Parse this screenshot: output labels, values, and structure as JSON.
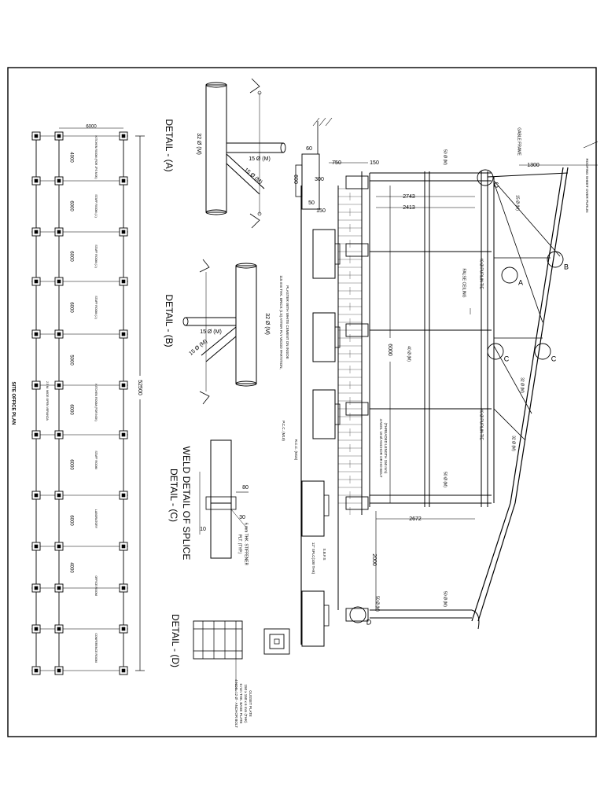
{
  "plan": {
    "title": "SITE OFFICE PLAN",
    "overall_dim": "52500",
    "top_dim": "6000",
    "bay_dims": [
      "4000",
      "6000",
      "6000",
      "6000",
      "5000",
      "6000",
      "6000",
      "6000",
      "4000"
    ],
    "room_labels": [
      "KITCHEN ROOM (FOR JPS NSK)",
      "STAFF ROOM (J.)",
      "STAFF ROOM (J.)",
      "STAFF ROOM (J.)",
      "KITCHEN ROOM (FOR NSK)",
      "STAFF ROOM",
      "LABORATORY",
      "OFFICE ROOM",
      "CONFERENCE ROOM"
    ],
    "corridor_note": "2.5 M. WIDE OPEN VERANDA"
  },
  "details": {
    "a_title": "DETAIL - (A)",
    "b_title": "DETAIL - (B)",
    "c_title": "DETAIL - (C)",
    "d_title": "DETAIL - (D)",
    "a_main": "32 Ø (M)",
    "a_brace1": "15 Ø (M)",
    "a_brace2": "15 Ø (M)",
    "b_main": "32 Ø (M)",
    "b_brace1": "15 Ø (M)",
    "b_brace2": "15 Ø (M)",
    "c_heading": "WELD DETAIL OF SPLICE",
    "c_dim1": "80",
    "c_dim2": "30",
    "c_dim3": "10",
    "c_note1": "6 mm THK. STIFFENER",
    "c_note2": "PLT. (TYP.)",
    "d_notes": [
      "GUSSET PLATE",
      "150 x 150 x 6 mm (THK)",
      "6 mm THK. BASE PLATE",
      "4 NOS. 12 Ø - ANCHOR BOLT"
    ]
  },
  "section": {
    "gable_frame": "GABLE FRAME",
    "dims": {
      "d1300": "1300",
      "d750": "750",
      "d150a": "150",
      "d60": "60",
      "d300": "300",
      "d600": "600",
      "d50": "50",
      "d150b": "150",
      "d2743": "2743",
      "d2413": "2413",
      "d6000": "6000",
      "d2672": "2672",
      "d2000": "2000"
    },
    "member_labels": {
      "m1": "50 Ø (M)",
      "m2": "15 Ø (M)",
      "m3": "40 Ø (M)",
      "m4": "32 Ø (M)",
      "m5": "32 Ø (M)",
      "m6": "50 Ø (M)",
      "m7": "50 Ø (M)",
      "m8": "50 Ø (M)"
    },
    "notes": {
      "false_ceiling": "FALSE CEILING",
      "purlin": "40 Ø PURLIN TIE",
      "purlin2": "40 Ø PURLIN TIE",
      "wall_note1": "115 mm THK. BRICK (1:5) ATTER PLY WOOD PARTITION,",
      "wall_note2": "PLASTER WITH WHITE CEMENT ON INSIDE",
      "bolt_note1": "4 NOS. 18 Ø ANCHOR OR HD BOLT",
      "bolt_note2": "(THREADED LENGTH 150 mm)",
      "rcc": "R.C.C. (M15)",
      "pcc": "P.C.C. (M10)",
      "sbfs": "S.B.F.S",
      "tile": "12\" SPLC(100 THK)",
      "roof_label": "ROOFING SHEET OVER PURLIN"
    },
    "circle_labels": [
      "C",
      "B",
      "A",
      "C",
      "C",
      "D"
    ]
  }
}
